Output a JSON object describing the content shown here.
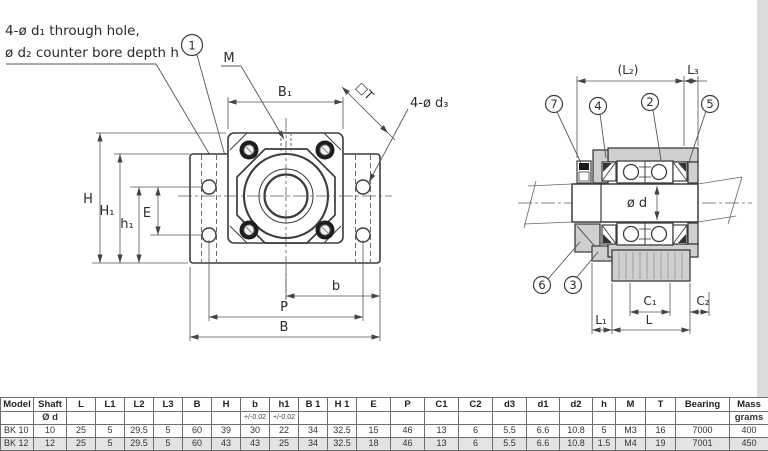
{
  "annotation": {
    "line1": "4-ø d₁ through hole,",
    "line2": "ø d₂ counter bore depth h"
  },
  "front_view": {
    "callout_1": "1",
    "label_m": "M",
    "dim_b1": "B₁",
    "dim_t": "□T",
    "label_4d3": "4-ø d₃",
    "dim_h": "H",
    "dim_h1": "H₁",
    "dim_h1s": "h₁",
    "dim_e": "E",
    "dim_b_small": "b",
    "dim_p": "P",
    "dim_b": "B"
  },
  "side_view": {
    "dim_l2": "(L₂)",
    "dim_l3": "L₃",
    "dim_od": "ø d",
    "dim_c1": "C₁",
    "dim_c2": "C₂",
    "dim_l1": "L₁",
    "dim_l": "L",
    "callout_2": "2",
    "callout_3": "3",
    "callout_4": "4",
    "callout_5": "5",
    "callout_6": "6",
    "callout_7": "7"
  },
  "colors": {
    "line": "#3c3c3c",
    "housing_fill": "#cfcfcf",
    "row_shade": "#e3e3e3",
    "edge_strip": "#dcdcdc"
  },
  "table": {
    "headers": [
      "Model",
      "Shaft",
      "L",
      "L1",
      "L2",
      "L3",
      "B",
      "H",
      "b",
      "h1",
      "B 1",
      "H 1",
      "E",
      "P",
      "C1",
      "C2",
      "d3",
      "d1",
      "d2",
      "h",
      "M",
      "T",
      "Bearing",
      "Mass"
    ],
    "subheaders": [
      "",
      "Ø d",
      "",
      "",
      "",
      "",
      "",
      "",
      "+/-0.02",
      "+/-0.02",
      "",
      "",
      "",
      "",
      "",
      "",
      "",
      "",
      "",
      "",
      "",
      "",
      "",
      "grams"
    ],
    "rows": [
      [
        "BK 10",
        "10",
        "25",
        "5",
        "29.5",
        "5",
        "60",
        "39",
        "30",
        "22",
        "34",
        "32.5",
        "15",
        "46",
        "13",
        "6",
        "5.5",
        "6.6",
        "10.8",
        "5",
        "M3",
        "16",
        "7000",
        "400"
      ],
      [
        "BK 12",
        "12",
        "25",
        "5",
        "29.5",
        "5",
        "60",
        "43",
        "43",
        "25",
        "34",
        "32.5",
        "18",
        "46",
        "13",
        "6",
        "5.5",
        "6.6",
        "10.8",
        "1.5",
        "M4",
        "19",
        "7001",
        "450"
      ]
    ]
  }
}
